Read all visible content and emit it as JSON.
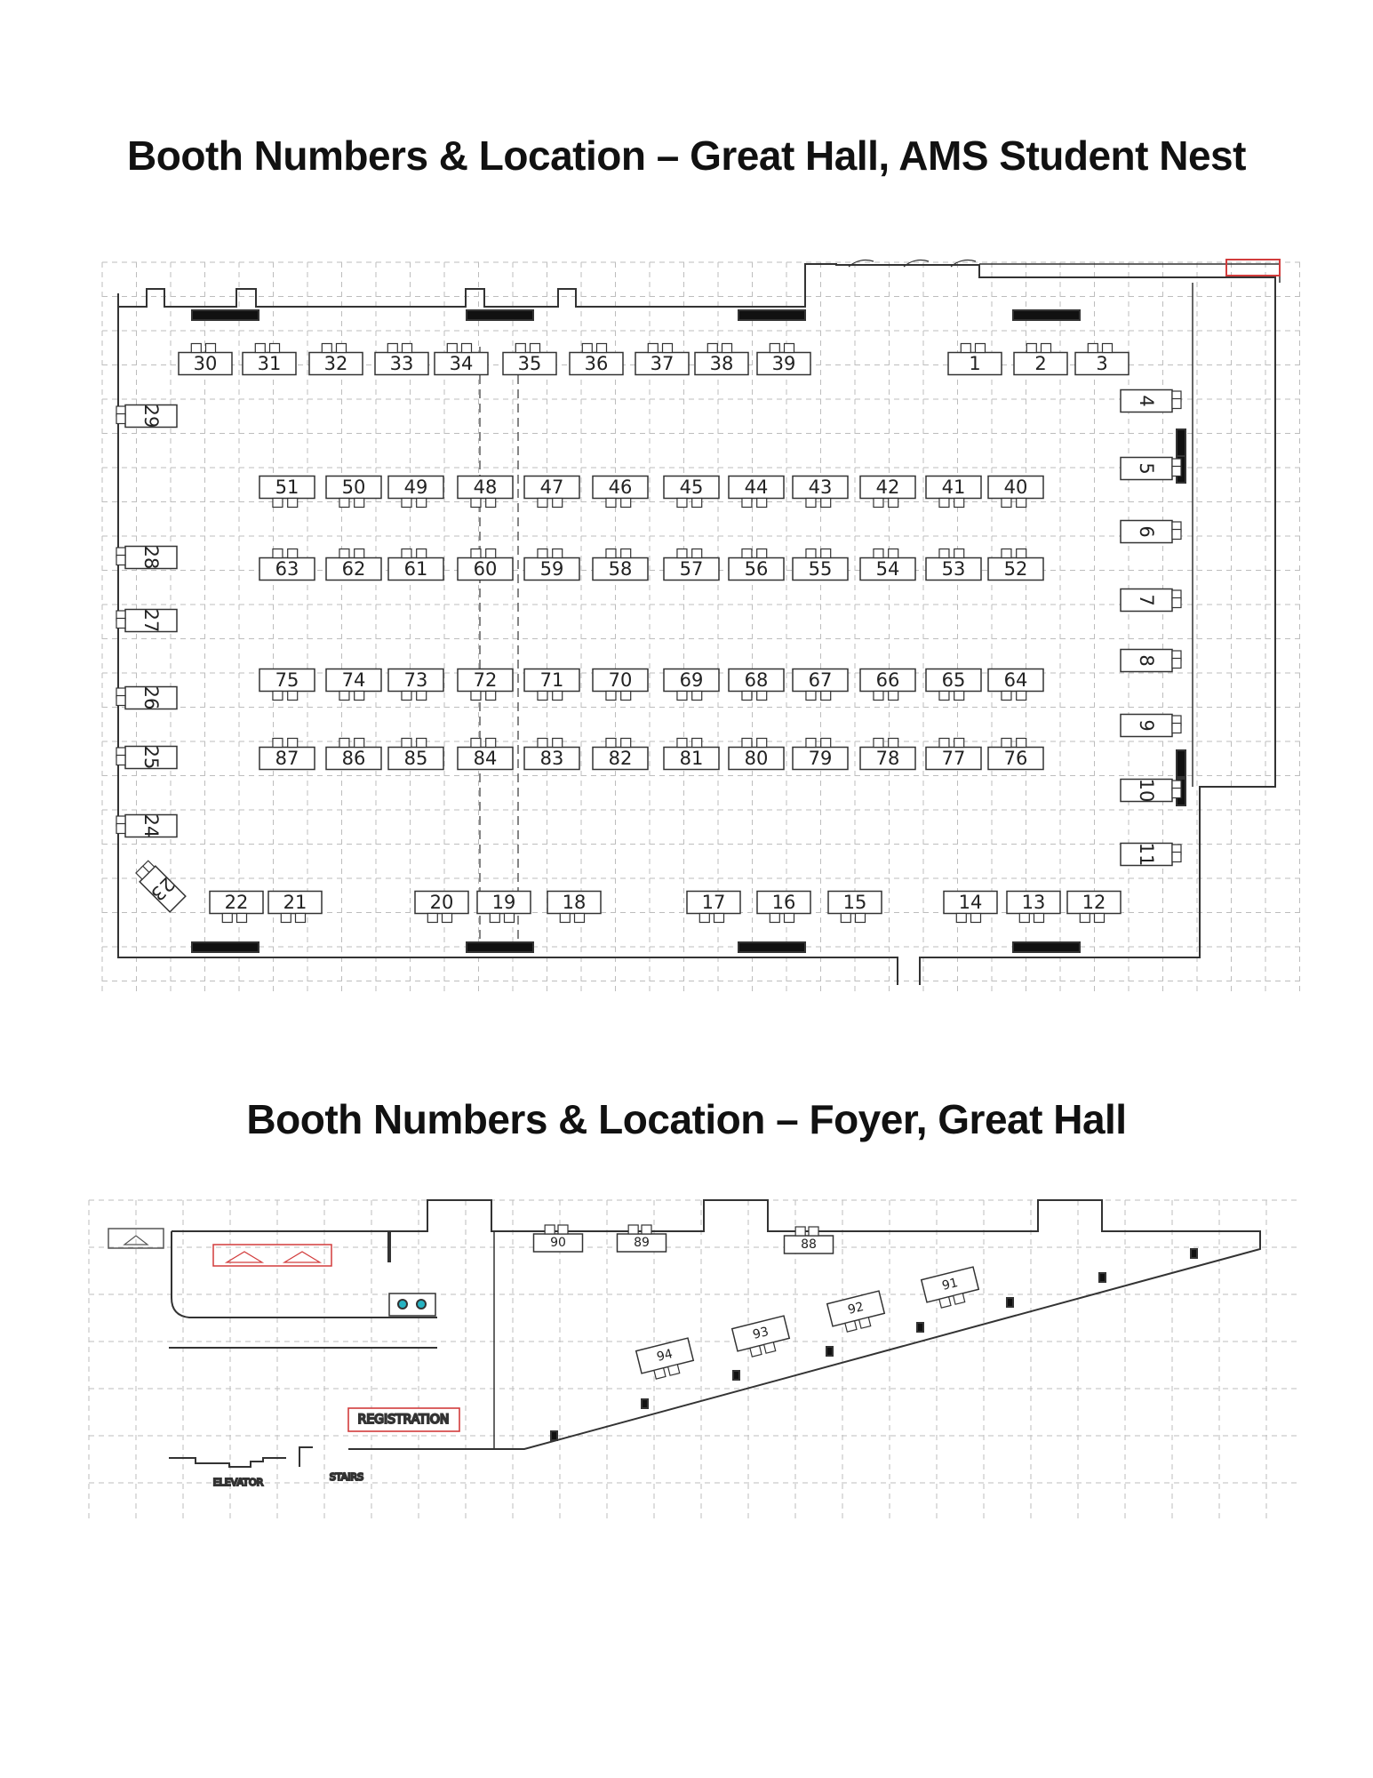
{
  "titles": {
    "great_hall": "Booth Numbers & Location – Great Hall, AMS Student Nest",
    "foyer": "Booth Numbers & Location – Foyer, Great Hall"
  },
  "colors": {
    "ink": "#222222",
    "grid": "#bdbdbd",
    "accent_red": "#d23c3c",
    "pillar": "#111111",
    "sink_teal": "#27b3c2"
  },
  "great_hall": {
    "booths": {
      "top_right": [
        "1",
        "2",
        "3"
      ],
      "top_left": [
        "30",
        "31",
        "32",
        "33",
        "34",
        "35",
        "36",
        "37",
        "38",
        "39"
      ],
      "row_a": [
        "51",
        "50",
        "49",
        "48",
        "47",
        "46",
        "45",
        "44",
        "43",
        "42",
        "41",
        "40"
      ],
      "row_b": [
        "63",
        "62",
        "61",
        "60",
        "59",
        "58",
        "57",
        "56",
        "55",
        "54",
        "53",
        "52"
      ],
      "row_c": [
        "75",
        "74",
        "73",
        "72",
        "71",
        "70",
        "69",
        "68",
        "67",
        "66",
        "65",
        "64"
      ],
      "row_d": [
        "87",
        "86",
        "85",
        "84",
        "83",
        "82",
        "81",
        "80",
        "79",
        "78",
        "77",
        "76"
      ],
      "left_wall": [
        "29",
        "28",
        "27",
        "26",
        "25",
        "24"
      ],
      "corner": [
        "23"
      ],
      "right_wall": [
        "4",
        "5",
        "6",
        "7",
        "8",
        "9",
        "10",
        "11"
      ],
      "bottom": [
        "22",
        "21",
        "20",
        "19",
        "18",
        "17",
        "16",
        "15",
        "14",
        "13",
        "12"
      ]
    }
  },
  "foyer": {
    "wall_booths": [
      "90",
      "89",
      "88"
    ],
    "angled_booths": [
      "94",
      "93",
      "92",
      "91"
    ],
    "registration": "REGISTRATION",
    "elevator": "ELEVATOR",
    "stairs": "STAIRS",
    "icons": [
      "coat-hanger-icon",
      "sink-icon"
    ]
  }
}
